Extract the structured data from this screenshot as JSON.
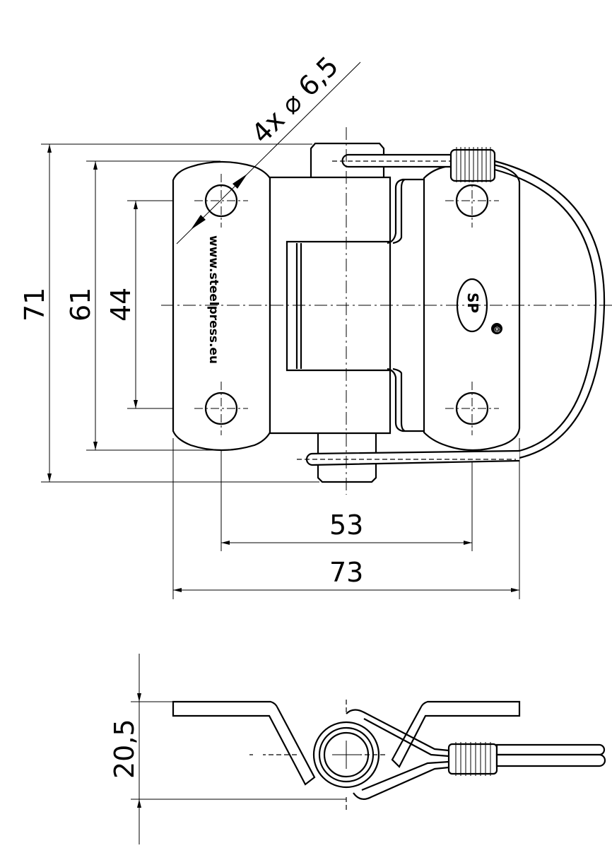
{
  "drawing": {
    "top_view": {
      "dimensions": {
        "overall_height": "71",
        "leaf_height": "61",
        "hole_spacing_vertical": "44",
        "hole_spacing_horizontal": "53",
        "overall_width": "73",
        "holes": "4x ⌀ 6,5"
      },
      "leaf_text": "www.steelpress.eu",
      "logo": "SP",
      "registered_mark": "®"
    },
    "side_view": {
      "dimensions": {
        "height": "20,5"
      }
    }
  }
}
